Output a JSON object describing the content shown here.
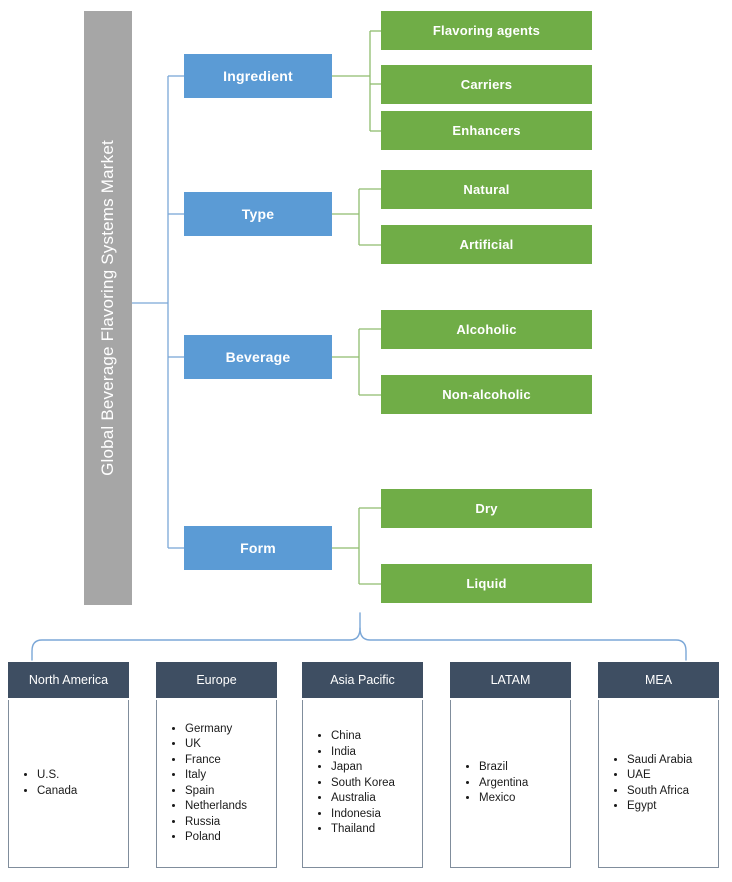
{
  "diagram": {
    "type": "market-segmentation-tree",
    "root": {
      "label": "Global Beverage Flavoring Systems Market",
      "color": "#a6a6a6"
    },
    "colors": {
      "level1": "#5b9bd5",
      "level2": "#70ad47",
      "region_header": "#3e4e62",
      "connector_blue": "#7ba7d7",
      "connector_green": "#8fbc6e",
      "card_border": "#808d9c"
    },
    "branches": [
      {
        "label": "Ingredient",
        "children": [
          {
            "label": "Flavoring agents"
          },
          {
            "label": "Carriers"
          },
          {
            "label": "Enhancers"
          }
        ]
      },
      {
        "label": "Type",
        "children": [
          {
            "label": "Natural"
          },
          {
            "label": "Artificial"
          }
        ]
      },
      {
        "label": "Beverage",
        "children": [
          {
            "label": "Alcoholic"
          },
          {
            "label": "Non-alcoholic"
          }
        ]
      },
      {
        "label": "Form",
        "children": [
          {
            "label": "Dry"
          },
          {
            "label": "Liquid"
          }
        ]
      }
    ],
    "regions": [
      {
        "name": "North America",
        "countries": [
          "U.S.",
          "Canada"
        ]
      },
      {
        "name": "Europe",
        "countries": [
          "Germany",
          "UK",
          "France",
          "Italy",
          "Spain",
          "Netherlands",
          "Russia",
          "Poland"
        ]
      },
      {
        "name": "Asia Pacific",
        "countries": [
          "China",
          "India",
          "Japan",
          "South Korea",
          "Australia",
          "Indonesia",
          "Thailand"
        ]
      },
      {
        "name": "LATAM",
        "countries": [
          "Brazil",
          "Argentina",
          "Mexico"
        ]
      },
      {
        "name": "MEA",
        "countries": [
          "Saudi Arabia",
          "UAE",
          "South Africa",
          "Egypt"
        ]
      }
    ]
  }
}
